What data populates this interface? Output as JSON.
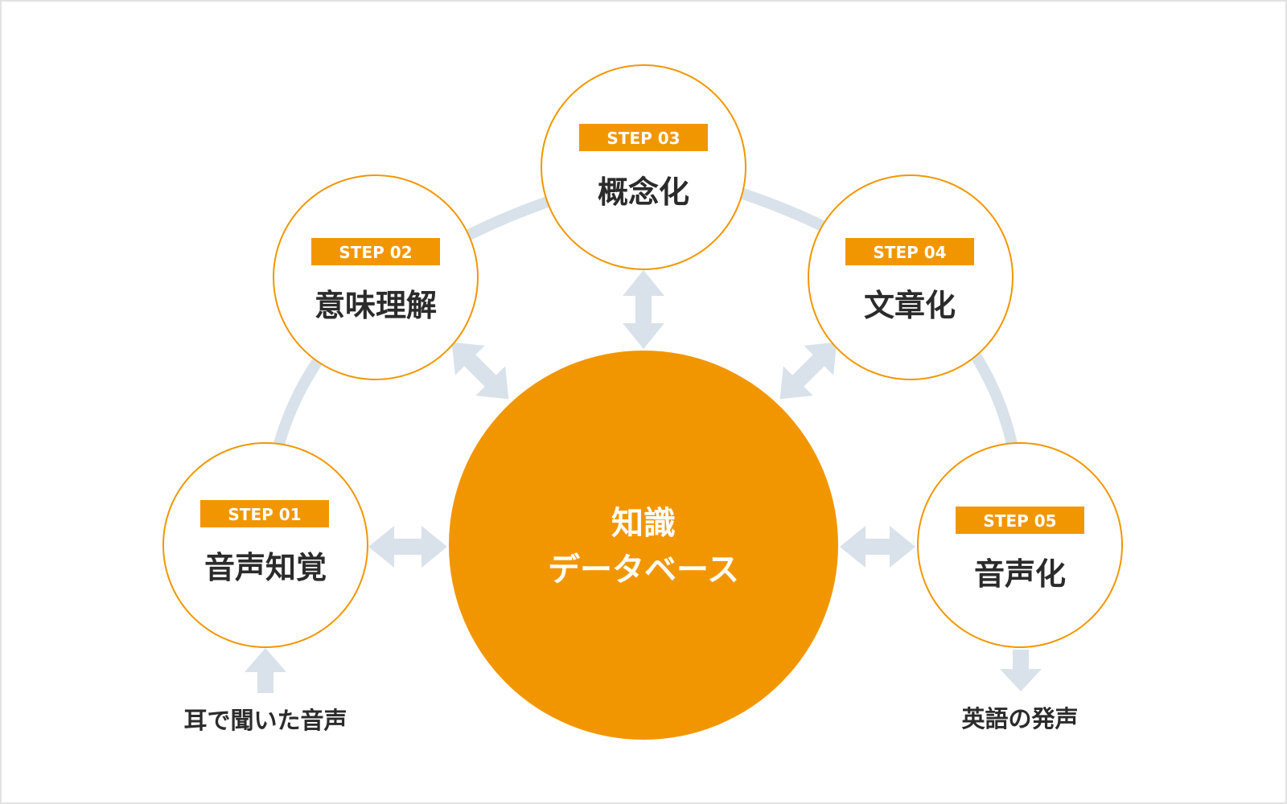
{
  "colors": {
    "accent": "#f29600",
    "connector": "#d9e2ea",
    "text": "#2b2b2b",
    "frame_border": "#e2e2e2"
  },
  "center": {
    "title_line1": "知識",
    "title_line2": "データベース"
  },
  "steps": [
    {
      "label": "STEP 01",
      "title": "音声知覚"
    },
    {
      "label": "STEP 02",
      "title": "意味理解"
    },
    {
      "label": "STEP 03",
      "title": "概念化"
    },
    {
      "label": "STEP 04",
      "title": "文章化"
    },
    {
      "label": "STEP 05",
      "title": "音声化"
    }
  ],
  "input": {
    "label": "耳で聞いた音声"
  },
  "output": {
    "label": "英語の発声"
  }
}
